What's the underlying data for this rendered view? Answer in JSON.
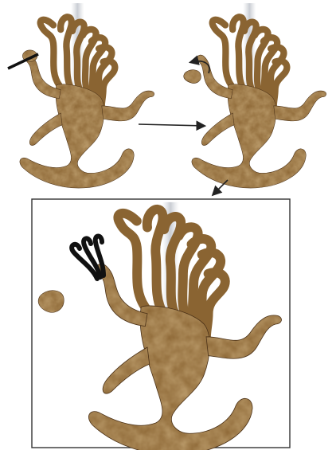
{
  "colors": {
    "background": "#ffffff",
    "figure_base": "#8a6432",
    "figure_dark": "#5e4020",
    "figure_light": "#b88c50",
    "figure_edge": "#4a3016",
    "added_fingers": "#111111",
    "arrow": "#222222",
    "frame": "#333333",
    "shadow": "#c9ccd2"
  },
  "steps": [
    {
      "step": 1,
      "panel": "original-figure",
      "action": "cut-hand"
    },
    {
      "step": 2,
      "panel": "hand-removed",
      "action": "separate-hand-fragment"
    },
    {
      "step": 3,
      "panel": "final-reconstruction",
      "action": "add-three-fingers"
    }
  ],
  "icons": {
    "cut_line": "slash-icon",
    "curved_arrow": "curved-arrow-icon",
    "straight_arrow": "arrow-right-icon",
    "diagonal_arrow": "arrow-down-left-icon"
  }
}
